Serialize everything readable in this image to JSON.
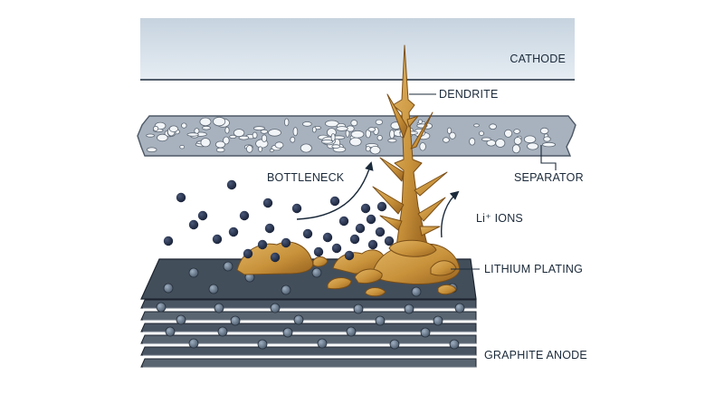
{
  "labels": {
    "cathode": "CATHODE",
    "dendrite": "DENDRITE",
    "separator": "SEPARATOR",
    "bottleneck": "BOTTLENECK",
    "li_ions": "Li⁺ IONS",
    "lithium_plating": "LITHIUM PLATING",
    "graphite_anode": "GRAPHITE ANODE"
  },
  "colors": {
    "cathode_top": "#c9d6e2",
    "cathode_bottom": "#e3ebf2",
    "separator": "#a9b3bf",
    "pore": "#f4f6f8",
    "anode_dark": "#3e4956",
    "anode_light": "#56616e",
    "ion": "#1f2b45",
    "lithium": "#c8923b",
    "lithium_dark": "#8a5a1c",
    "outline": "#1b2a3a"
  },
  "icons": [
    "li-ion-sphere",
    "dendrite-shape",
    "flow-arrow"
  ]
}
